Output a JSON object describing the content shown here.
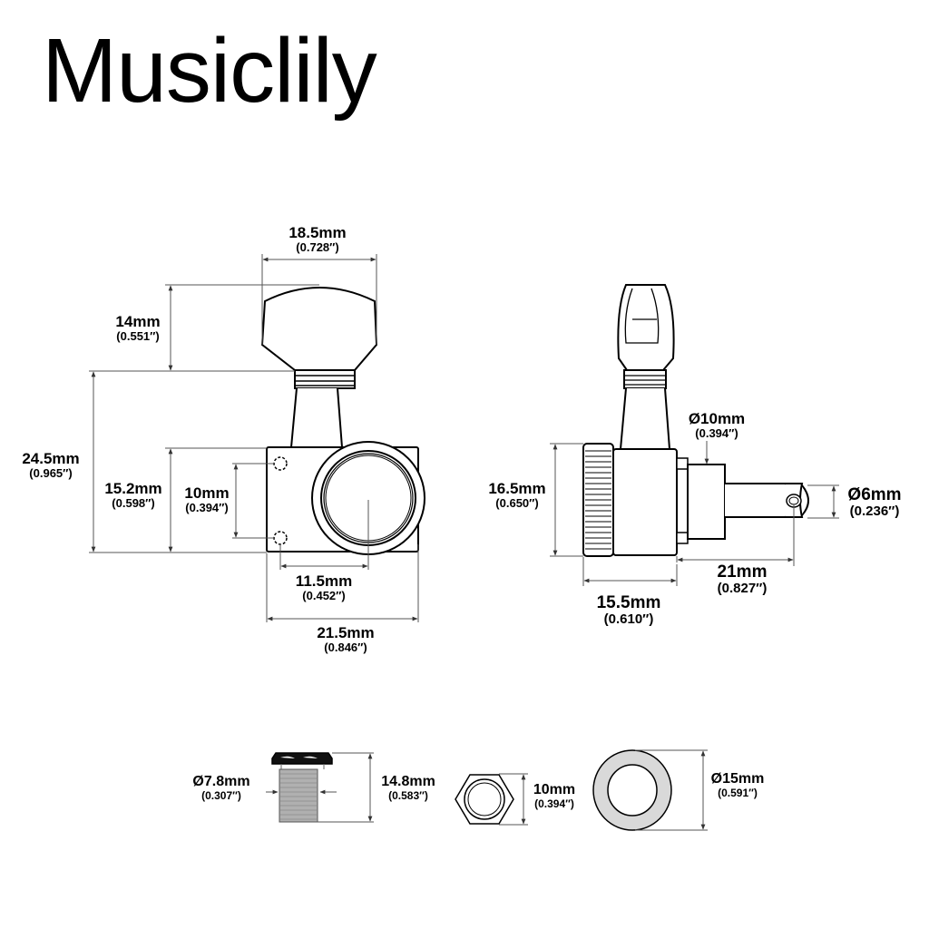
{
  "brand": {
    "title": "Musiclily"
  },
  "front_view": {
    "knob_width": {
      "mm": "18.5mm",
      "in": "(0.728″)"
    },
    "knob_height": {
      "mm": "14mm",
      "in": "(0.551″)"
    },
    "total_height": {
      "mm": "24.5mm",
      "in": "(0.965″)"
    },
    "housing_height": {
      "mm": "15.2mm",
      "in": "(0.598″)"
    },
    "screw_spacing": {
      "mm": "10mm",
      "in": "(0.394″)"
    },
    "hole_to_post": {
      "mm": "11.5mm",
      "in": "(0.452″)"
    },
    "housing_width": {
      "mm": "21.5mm",
      "in": "(0.846″)"
    }
  },
  "side_view": {
    "bushing_dia": {
      "mm": "Ø10mm",
      "in": "(0.394″)"
    },
    "housing_height": {
      "mm": "16.5mm",
      "in": "(0.650″)"
    },
    "post_dia": {
      "mm": "Ø6mm",
      "in": "(0.236″)"
    },
    "post_length": {
      "mm": "21mm",
      "in": "(0.827″)"
    },
    "housing_depth": {
      "mm": "15.5mm",
      "in": "(0.610″)"
    }
  },
  "hardware": {
    "bushing_dia": {
      "mm": "Ø7.8mm",
      "in": "(0.307″)"
    },
    "bushing_height": {
      "mm": "14.8mm",
      "in": "(0.583″)"
    },
    "hex_nut": {
      "mm": "10mm",
      "in": "(0.394″)"
    },
    "washer_dia": {
      "mm": "Ø15mm",
      "in": "(0.591″)"
    }
  },
  "colors": {
    "line": "#000000",
    "dim_line": "#555555",
    "washer_fill": "#d9d9d9",
    "thread_fill": "#b0b0b0"
  }
}
